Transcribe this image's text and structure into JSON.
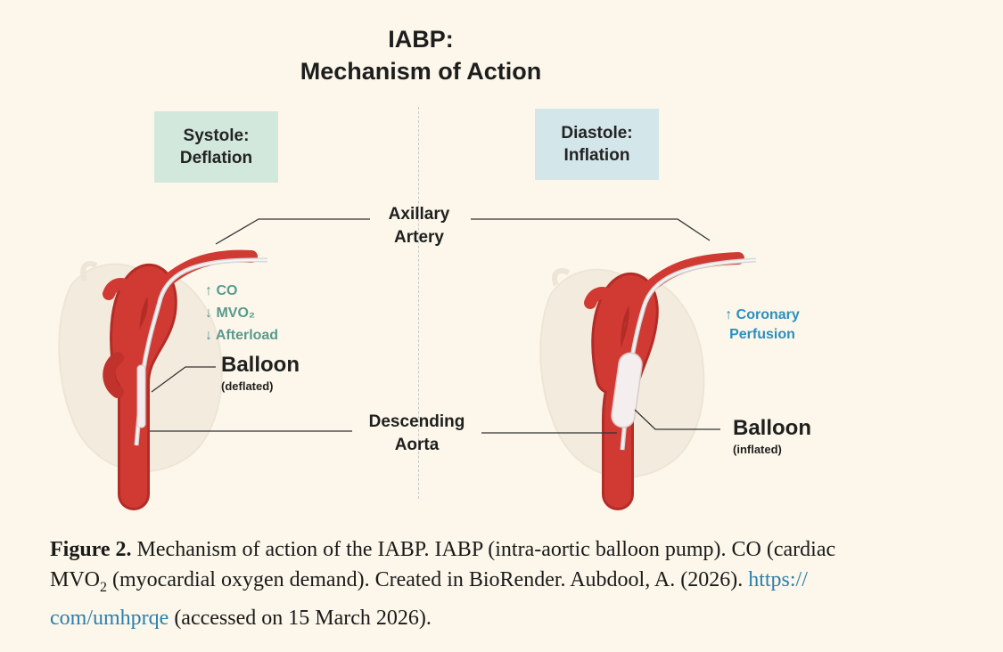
{
  "title": {
    "line1": "IABP:",
    "line2": "Mechanism of Action"
  },
  "systole": {
    "label_line1": "Systole:",
    "label_line2": "Deflation",
    "effects": [
      "↑ CO",
      "↓ MVO₂",
      "↓ Afterload"
    ],
    "balloon_label": "Balloon",
    "balloon_state": "(deflated)"
  },
  "diastole": {
    "label_line1": "Diastole:",
    "label_line2": "Inflation",
    "effects": [
      "↑ Coronary",
      "Perfusion"
    ],
    "balloon_label": "Balloon",
    "balloon_state": "(inflated)"
  },
  "labels": {
    "axillary_line1": "Axillary",
    "axillary_line2": "Artery",
    "descending_line1": "Descending",
    "descending_line2": "Aorta"
  },
  "caption": {
    "figure_label": "Figure 2.",
    "line1_text": " Mechanism of action of the IABP. IABP (intra-aortic balloon pump). CO (cardiac",
    "line2_prefix": "MVO",
    "line2_sub": "2",
    "line2_text": " (myocardial oxygen demand). Created in BioRender. Aubdool, A. (2026). ",
    "line2_link": "https://",
    "line3_link": "com/umhprqe",
    "line3_text": " (accessed on 15 March 2026)."
  },
  "colors": {
    "background": "#fcf7ea",
    "aorta": "#d03a33",
    "systole_box": "#d3e8dd",
    "diastole_box": "#d3e6ea",
    "systole_effects": "#5a9a8e",
    "diastole_effects": "#2c8fbe",
    "link": "#2b7fae"
  }
}
